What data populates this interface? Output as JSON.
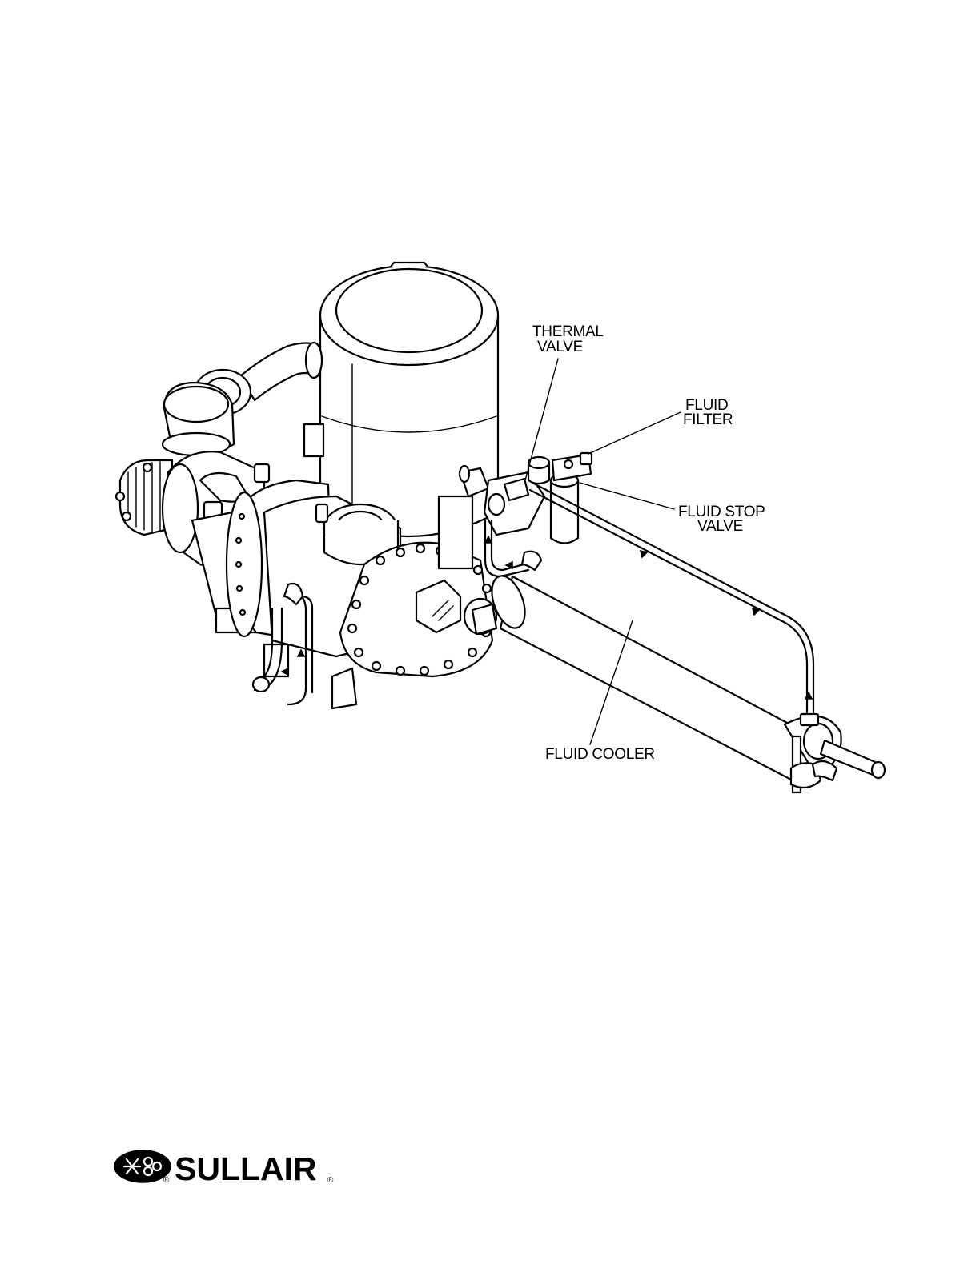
{
  "labels": {
    "thermal_valve": [
      "THERMAL",
      "VALVE"
    ],
    "fluid_filter": [
      "FLUID",
      "FILTER"
    ],
    "fluid_stop_valve": [
      "FLUID STOP",
      "VALVE"
    ],
    "fluid_cooler": "FLUID COOLER"
  },
  "logo": {
    "brand": "SULLAIR",
    "registered": "®"
  }
}
